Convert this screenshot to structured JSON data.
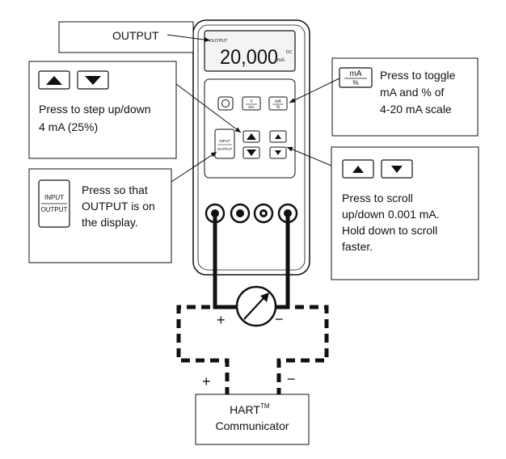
{
  "output_callout": {
    "label": "OUTPUT"
  },
  "display": {
    "tag": "OUTPUT",
    "reading": "20,000",
    "unit": "mA",
    "dc": "DC"
  },
  "meter_keys": {
    "output_key_top": "INPUT",
    "output_key_bottom": "OUTPUT",
    "v_top": "V",
    "v_bottom": "25V",
    "ma_top": "mA",
    "ma_bottom": "%"
  },
  "step_callout": {
    "line1": "Press to step up/down",
    "line2": "4 mA (25%)"
  },
  "toggle_callout": {
    "key_top": "mA",
    "key_bottom": "%",
    "line1": "Press to toggle",
    "line2": "mA and % of",
    "line3": "4-20 mA scale"
  },
  "input_output_callout": {
    "key_top": "INPUT",
    "key_bottom": "OUTPUT",
    "line1": "Press so that",
    "line2": "OUTPUT is on",
    "line3": "the display."
  },
  "scroll_callout": {
    "line1": "Press to scroll",
    "line2": "up/down 0.001 mA.",
    "line3": "Hold down to scroll",
    "line4": "faster."
  },
  "wiring": {
    "plus_upper": "+",
    "minus_upper": "−",
    "plus_lower": "+",
    "minus_lower": "−"
  },
  "hart": {
    "name": "HART",
    "tm": "TM",
    "line2": "Communicator"
  },
  "icons": [
    "up-arrow-icon",
    "down-arrow-icon",
    "meter-dial-icon",
    "terminal-jack-icon"
  ]
}
